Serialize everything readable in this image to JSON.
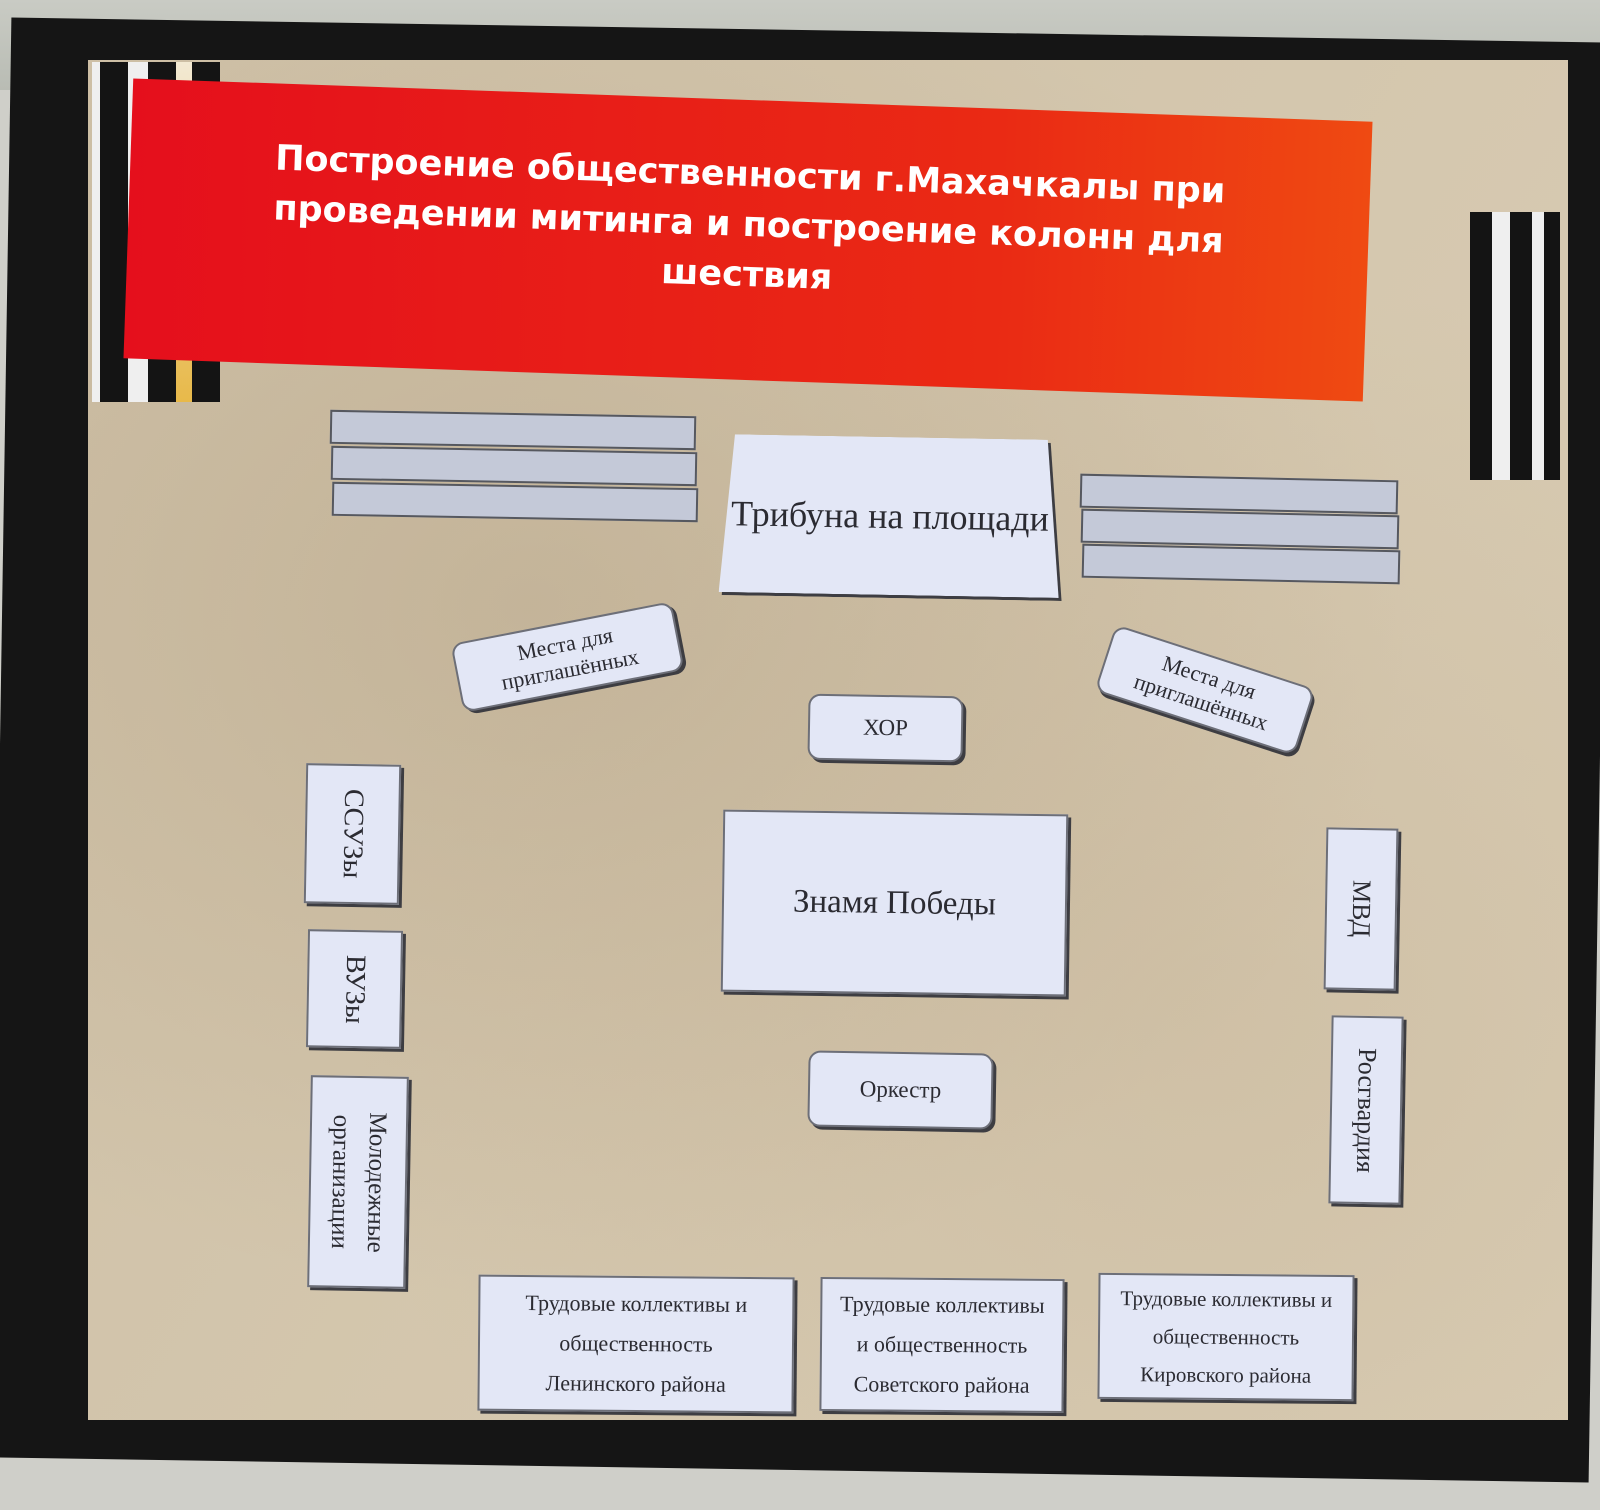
{
  "title": "Построение общественности г.Махачкалы при проведении митинга и построение колонн для шествия",
  "tribune": "Трибуна на площади",
  "invited_left": "Места для приглашённых",
  "invited_right": "Места для приглашённых",
  "choir": "ХОР",
  "banner_of_victory": "Знамя Победы",
  "orchestra": "Оркестр",
  "left_column": {
    "ssuz": "ССУЗы",
    "vuz": "ВУЗы",
    "youth": "Молодежные организации"
  },
  "right_column": {
    "mvd": "МВД",
    "rosgvardia": "Росгвардия"
  },
  "bottom_row": {
    "leninsky": "Трудовые коллективы и общественность Ленинского района",
    "sovetsky": "Трудовые коллективы и общественность Советского района",
    "kirovsky": "Трудовые коллективы и общественность Кировского района"
  },
  "colors": {
    "banner_red": "#e50f1c",
    "box_fill": "#e3e7f6",
    "slide_bg": "#d8cbb2",
    "ribbon_black": "#141414"
  }
}
